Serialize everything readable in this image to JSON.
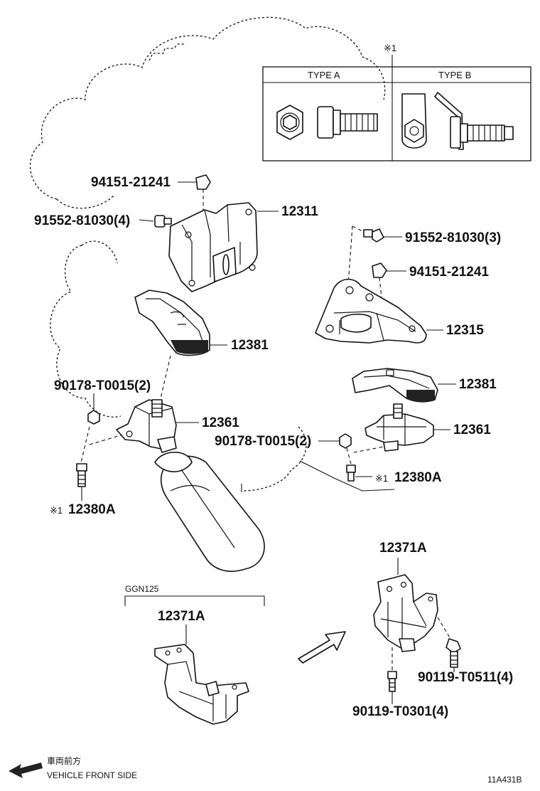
{
  "note_mark": "※1",
  "type_box": {
    "type_a": "TYPE A",
    "type_b": "TYPE B"
  },
  "engine_labels": {
    "nut_upper_left": "94151-21241",
    "bolt_upper_left": "91552-81030(4)",
    "bracket_right_mount": "12311",
    "bolt_upper_right": "91552-81030(3)",
    "nut_upper_right": "94151-21241",
    "bracket_left_mount": "12315",
    "cover_left": "12381",
    "cover_right": "12381",
    "nut_mid_left": "90178-T0015(2)",
    "insulator_left": "12361",
    "insulator_right": "12361",
    "nut_mid_right": "90178-T0015(2)",
    "bolt_right_note": "※1",
    "bolt_right": "12380A",
    "bolt_left_note": "※1",
    "bolt_left": "12380A"
  },
  "ggn125_box": {
    "title": "GGN125",
    "part": "12371A"
  },
  "rear_mount": {
    "part": "12371A",
    "bolt_a": "90119-T0511(4)",
    "bolt_b": "90119-T0301(4)"
  },
  "direction": {
    "jp": "車両前方",
    "en": "VEHICLE FRONT SIDE"
  },
  "figure_id": "11A431B",
  "icons": {
    "front_arrow": "arrow-left-icon",
    "assembly_arrow": "hollow-arrow-icon"
  }
}
